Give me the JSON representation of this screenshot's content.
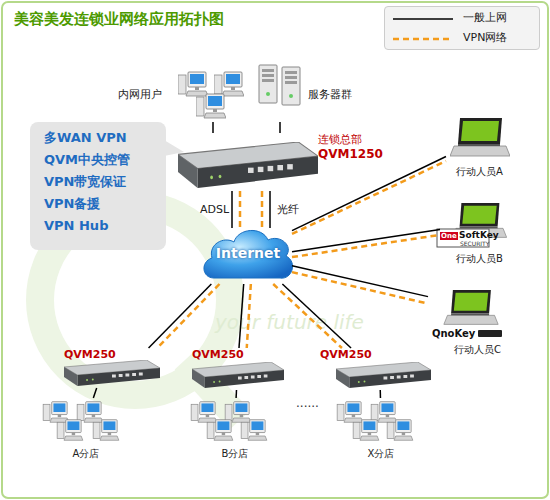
{
  "diagram": {
    "title": "美容美发连锁业网络应用拓扑图",
    "nodes": [
      {
        "text": [
          "内网用户"
        ]
      },
      {
        "text": [
          "服务器群"
        ]
      },
      {
        "text": [
          "多WAN VPN",
          "QVM中央控管",
          "VPN带宽保证",
          "VPN备援",
          "VPN Hub"
        ]
      },
      {
        "text": [
          "连锁总部",
          "QVM1250"
        ]
      },
      {
        "text": [
          "Internet"
        ]
      },
      {
        "text": [
          "行动人员A"
        ]
      },
      {
        "text": [
          "行动人员B"
        ]
      },
      {
        "text": [
          "行动人员C"
        ]
      },
      {
        "text": [
          "QVM250"
        ]
      },
      {
        "text": [
          "QVM250"
        ]
      },
      {
        "text": [
          "QVM250"
        ]
      },
      {
        "text": [
          "A分店"
        ]
      },
      {
        "text": [
          "B分店"
        ]
      },
      {
        "text": [
          "X分店"
        ]
      }
    ],
    "edges": [
      {
        "from": 0,
        "to": 3,
        "arrow": "none"
      },
      {
        "from": 1,
        "to": 3,
        "arrow": "none"
      },
      {
        "from": 3,
        "to": 4,
        "arrow": "none",
        "label": "ADSL"
      },
      {
        "from": 3,
        "to": 4,
        "arrow": "none",
        "label": "光纤"
      },
      {
        "from": 3,
        "to": 4,
        "arrow": "none"
      },
      {
        "from": 3,
        "to": 4,
        "arrow": "none"
      },
      {
        "from": 4,
        "to": 5,
        "arrow": "none"
      },
      {
        "from": 4,
        "to": 5,
        "arrow": "none"
      },
      {
        "from": 4,
        "to": 6,
        "arrow": "none"
      },
      {
        "from": 4,
        "to": 6,
        "arrow": "none"
      },
      {
        "from": 4,
        "to": 7,
        "arrow": "none"
      },
      {
        "from": 4,
        "to": 7,
        "arrow": "none"
      },
      {
        "from": 4,
        "to": 8,
        "arrow": "none"
      },
      {
        "from": 4,
        "to": 8,
        "arrow": "none"
      },
      {
        "from": 4,
        "to": 9,
        "arrow": "none"
      },
      {
        "from": 4,
        "to": 9,
        "arrow": "none"
      },
      {
        "from": 4,
        "to": 10,
        "arrow": "none"
      },
      {
        "from": 4,
        "to": 10,
        "arrow": "none"
      },
      {
        "from": 8,
        "to": 11,
        "arrow": "none"
      },
      {
        "from": 9,
        "to": 12,
        "arrow": "none"
      },
      {
        "from": 10,
        "to": 13,
        "arrow": "none"
      }
    ],
    "labels": [
      "......",
      "One",
      "SoftKey",
      "SECURITY",
      "QnoKey",
      "your future life"
    ],
    "legend": [
      {
        "text": "一般上网"
      },
      {
        "text": "VPN网络"
      }
    ]
  }
}
